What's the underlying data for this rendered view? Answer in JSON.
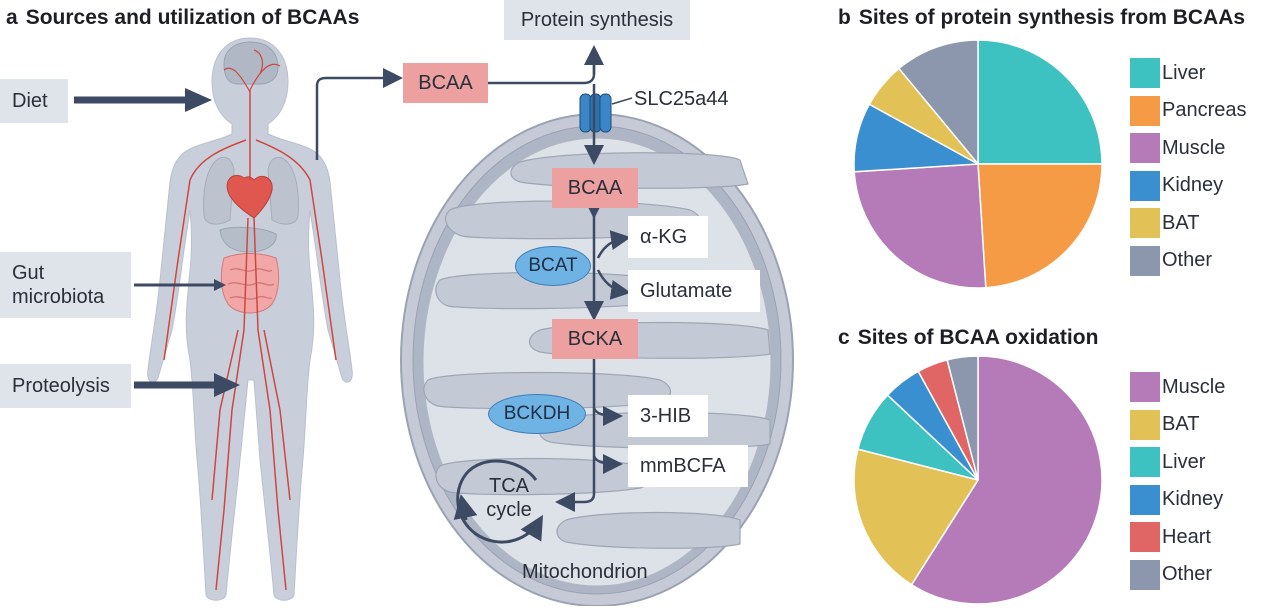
{
  "panel_a": {
    "letter": "a",
    "title": "Sources and utilization of BCAAs",
    "sources": {
      "diet": "Diet",
      "gut_line1": "Gut",
      "gut_line2": "microbiota",
      "proteolysis": "Proteolysis"
    },
    "protein_synthesis": "Protein synthesis",
    "bcaa_outside": "BCAA",
    "transporter": "SLC25a44",
    "bcaa_inside": "BCAA",
    "bcat": "BCAT",
    "akg": "α-KG",
    "glutamate": "Glutamate",
    "bcka": "BCKA",
    "bckdh": "BCKDH",
    "hib": "3-HIB",
    "mmbcfa": "mmBCFA",
    "tca_line1": "TCA",
    "tca_line2": "cycle",
    "mitochondrion": "Mitochondrion"
  },
  "colors": {
    "liver": "#3ec1c1",
    "pancreas": "#f59a45",
    "muscle": "#b57ab8",
    "kidney": "#3a8fd0",
    "bat": "#e2c256",
    "heart": "#e06666",
    "other": "#8c97ad"
  },
  "chart_data": [
    {
      "type": "pie",
      "letter": "b",
      "title": "Sites of protein synthesis from BCAAs",
      "series": [
        {
          "name": "Liver",
          "value": 25,
          "color": "#3ec1c1"
        },
        {
          "name": "Pancreas",
          "value": 24,
          "color": "#f59a45"
        },
        {
          "name": "Muscle",
          "value": 25,
          "color": "#b57ab8"
        },
        {
          "name": "Kidney",
          "value": 9,
          "color": "#3a8fd0"
        },
        {
          "name": "BAT",
          "value": 6,
          "color": "#e2c256"
        },
        {
          "name": "Other",
          "value": 11,
          "color": "#8c97ad"
        }
      ],
      "legend": [
        "Liver",
        "Pancreas",
        "Muscle",
        "Kidney",
        "BAT",
        "Other"
      ]
    },
    {
      "type": "pie",
      "letter": "c",
      "title": "Sites of BCAA oxidation",
      "series": [
        {
          "name": "Muscle",
          "value": 59,
          "color": "#b57ab8"
        },
        {
          "name": "BAT",
          "value": 20,
          "color": "#e2c256"
        },
        {
          "name": "Liver",
          "value": 8,
          "color": "#3ec1c1"
        },
        {
          "name": "Kidney",
          "value": 5,
          "color": "#3a8fd0"
        },
        {
          "name": "Heart",
          "value": 4,
          "color": "#e06666"
        },
        {
          "name": "Other",
          "value": 4,
          "color": "#8c97ad"
        }
      ],
      "legend": [
        "Muscle",
        "BAT",
        "Liver",
        "Kidney",
        "Heart",
        "Other"
      ]
    }
  ]
}
